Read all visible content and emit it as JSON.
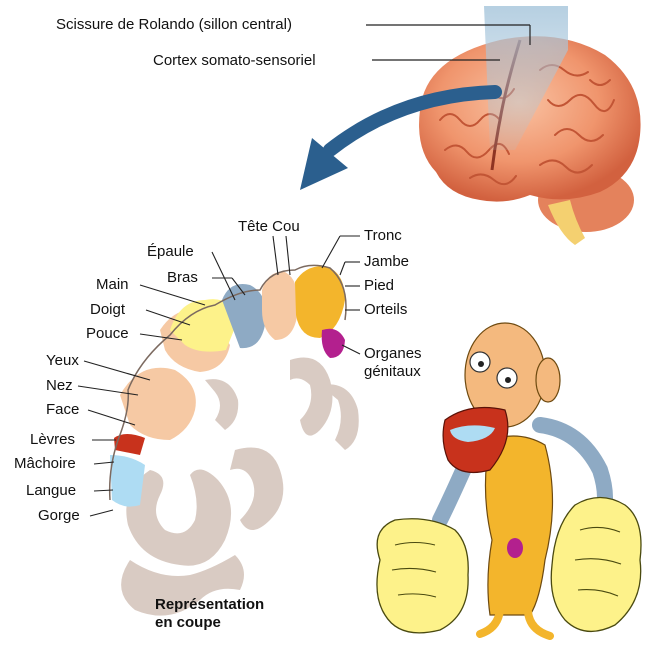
{
  "top_labels": {
    "central_sulcus": "Scissure de Rolando (sillon central)",
    "somatosensory_cortex": "Cortex somato-sensoriel"
  },
  "left_labels": {
    "main": "Main",
    "doigt": "Doigt",
    "pouce": "Pouce",
    "yeux": "Yeux",
    "nez": "Nez",
    "face": "Face",
    "levres": "Lèvres",
    "machoire": "Mâchoire",
    "langue": "Langue",
    "gorge": "Gorge",
    "epaule": "Épaule",
    "bras": "Bras"
  },
  "top_center_labels": {
    "tete_cou": "Tête Cou"
  },
  "right_labels": {
    "tronc": "Tronc",
    "jambe": "Jambe",
    "pied": "Pied",
    "orteils": "Orteils",
    "organes_line1": "Organes",
    "organes_line2": "génitaux"
  },
  "caption": {
    "line1": "Représentation",
    "line2": "en coupe"
  },
  "colors": {
    "brain_pink": "#f2a07a",
    "brain_dark": "#d9674a",
    "strip_blue": "#9fc0d8",
    "arrow_blue": "#2b5f8e",
    "face_peach": "#f6c9a4",
    "hand_yellow": "#fdf28a",
    "arm_bluegray": "#8eaac4",
    "trunk_orange": "#f3b52c",
    "genital_magenta": "#b3208e",
    "lips_red": "#c8321c",
    "tongue_lightblue": "#aedcf3",
    "deep_gray": "#d9cbc3",
    "face_skin": "#f4b97e"
  }
}
